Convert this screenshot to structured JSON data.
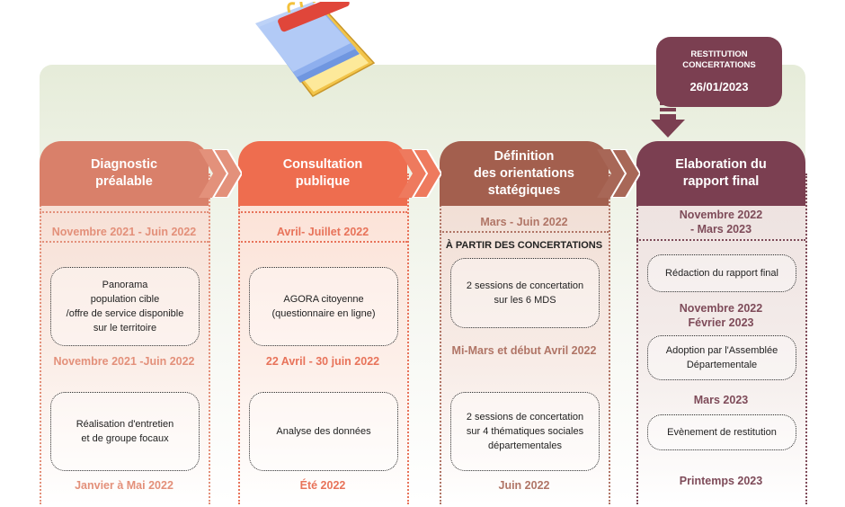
{
  "restitution": {
    "title_line1": "RESTITUTION",
    "title_line2": "CONCERTATIONS",
    "date": "26/01/2023"
  },
  "columns": [
    {
      "head_line1": "Diagnostic",
      "head_line2": "préalable",
      "date1": "Novembre 2021 - Juin 2022",
      "box1": [
        "Panorama",
        "population cible",
        "/offre de service disponible",
        "sur le territoire"
      ],
      "date2": "Novembre 2021 -Juin 2022",
      "box2": [
        "Réalisation d'entretien",
        "et de groupe focaux"
      ],
      "date3": "Janvier à Mai 2022"
    },
    {
      "head_line1": "Consultation",
      "head_line2": "publique",
      "date1": "Avril- Juillet 2022",
      "box1": [
        "AGORA citoyenne",
        "(questionnaire en ligne)"
      ],
      "date2": "22 Avril - 30 juin 2022",
      "box2": [
        "Analyse des données"
      ],
      "date3": "Été 2022"
    },
    {
      "head_line1": "Définition",
      "head_line2": "des orientations",
      "head_line3": "statégiques",
      "date1": "Mars - Juin 2022",
      "subhead": "À PARTIR DES CONCERTATIONS",
      "box1": [
        "2 sessions de concertation",
        "sur les 6 MDS"
      ],
      "date2": "Mi-Mars et début Avril 2022",
      "box2": [
        "2 sessions de concertation",
        "sur 4 thématiques sociales",
        "départementales"
      ],
      "date3": "Juin 2022"
    },
    {
      "head_line1": "Elaboration du",
      "head_line2": "rapport final",
      "date1_line1": "Novembre 2022",
      "date1_line2": "- Mars 2023",
      "box1": [
        "Rédaction du rapport final"
      ],
      "date2_line1": "Novembre 2022",
      "date2_line2": "Février 2023",
      "box2": [
        "Adoption par l'Assemblée",
        "Départementale"
      ],
      "date3": "Mars 2023",
      "box3": [
        "Evènement de restitution"
      ],
      "date4": "Printemps 2023"
    }
  ],
  "colors": {
    "col1": "#d9806a",
    "col1_date": "#e3907a",
    "col1_tint": "#f6ddd2",
    "col2": "#ee6d4f",
    "col2_date": "#e8735a",
    "col2_tint": "#fbe0d4",
    "col3": "#a35f4e",
    "col3_date": "#b07566",
    "col3_tint": "#f0dcd2",
    "col4": "#7b3f51",
    "col4_date": "#7e4b59",
    "col4_tint": "#ece0de",
    "text_dark": "#222222"
  },
  "icons": {
    "calendar": "calendar-notepad-icon",
    "chevrons": "double-chevron-right-icon",
    "arrow": "arrow-down-icon"
  }
}
